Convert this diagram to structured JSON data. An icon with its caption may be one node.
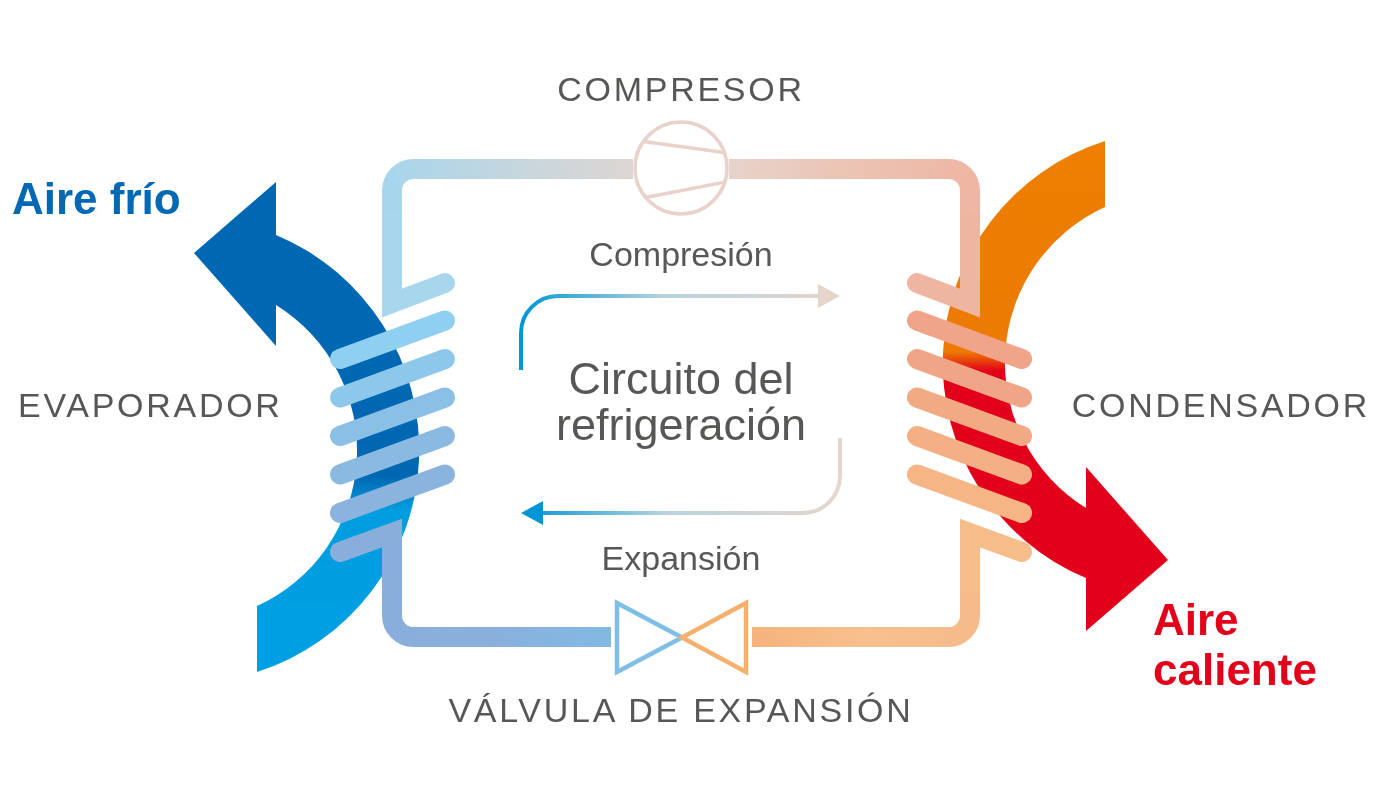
{
  "diagram": {
    "nodes": [
      {
        "text": [],
        "shape": "circle",
        "beside": [
          "COMPRESOR"
        ]
      },
      {
        "text": [],
        "shape": "coil",
        "beside": [
          "EVAPORADOR"
        ]
      },
      {
        "text": [],
        "shape": "coil",
        "beside": [
          "CONDENSADOR"
        ]
      },
      {
        "text": [],
        "shape": "valve",
        "beside": [
          "VÁLVULA DE EXPANSIÓN"
        ]
      }
    ],
    "edges": [
      {
        "from": 1,
        "to": 0,
        "arrow": "none"
      },
      {
        "from": 0,
        "to": 2,
        "arrow": "none"
      },
      {
        "from": 2,
        "to": 3,
        "arrow": "none"
      },
      {
        "from": 3,
        "to": 1,
        "arrow": "none"
      }
    ],
    "labels": [
      "Aire frío",
      "Compresión",
      "Circuito del refrigeración",
      "Expansión",
      "Aire caliente"
    ]
  }
}
